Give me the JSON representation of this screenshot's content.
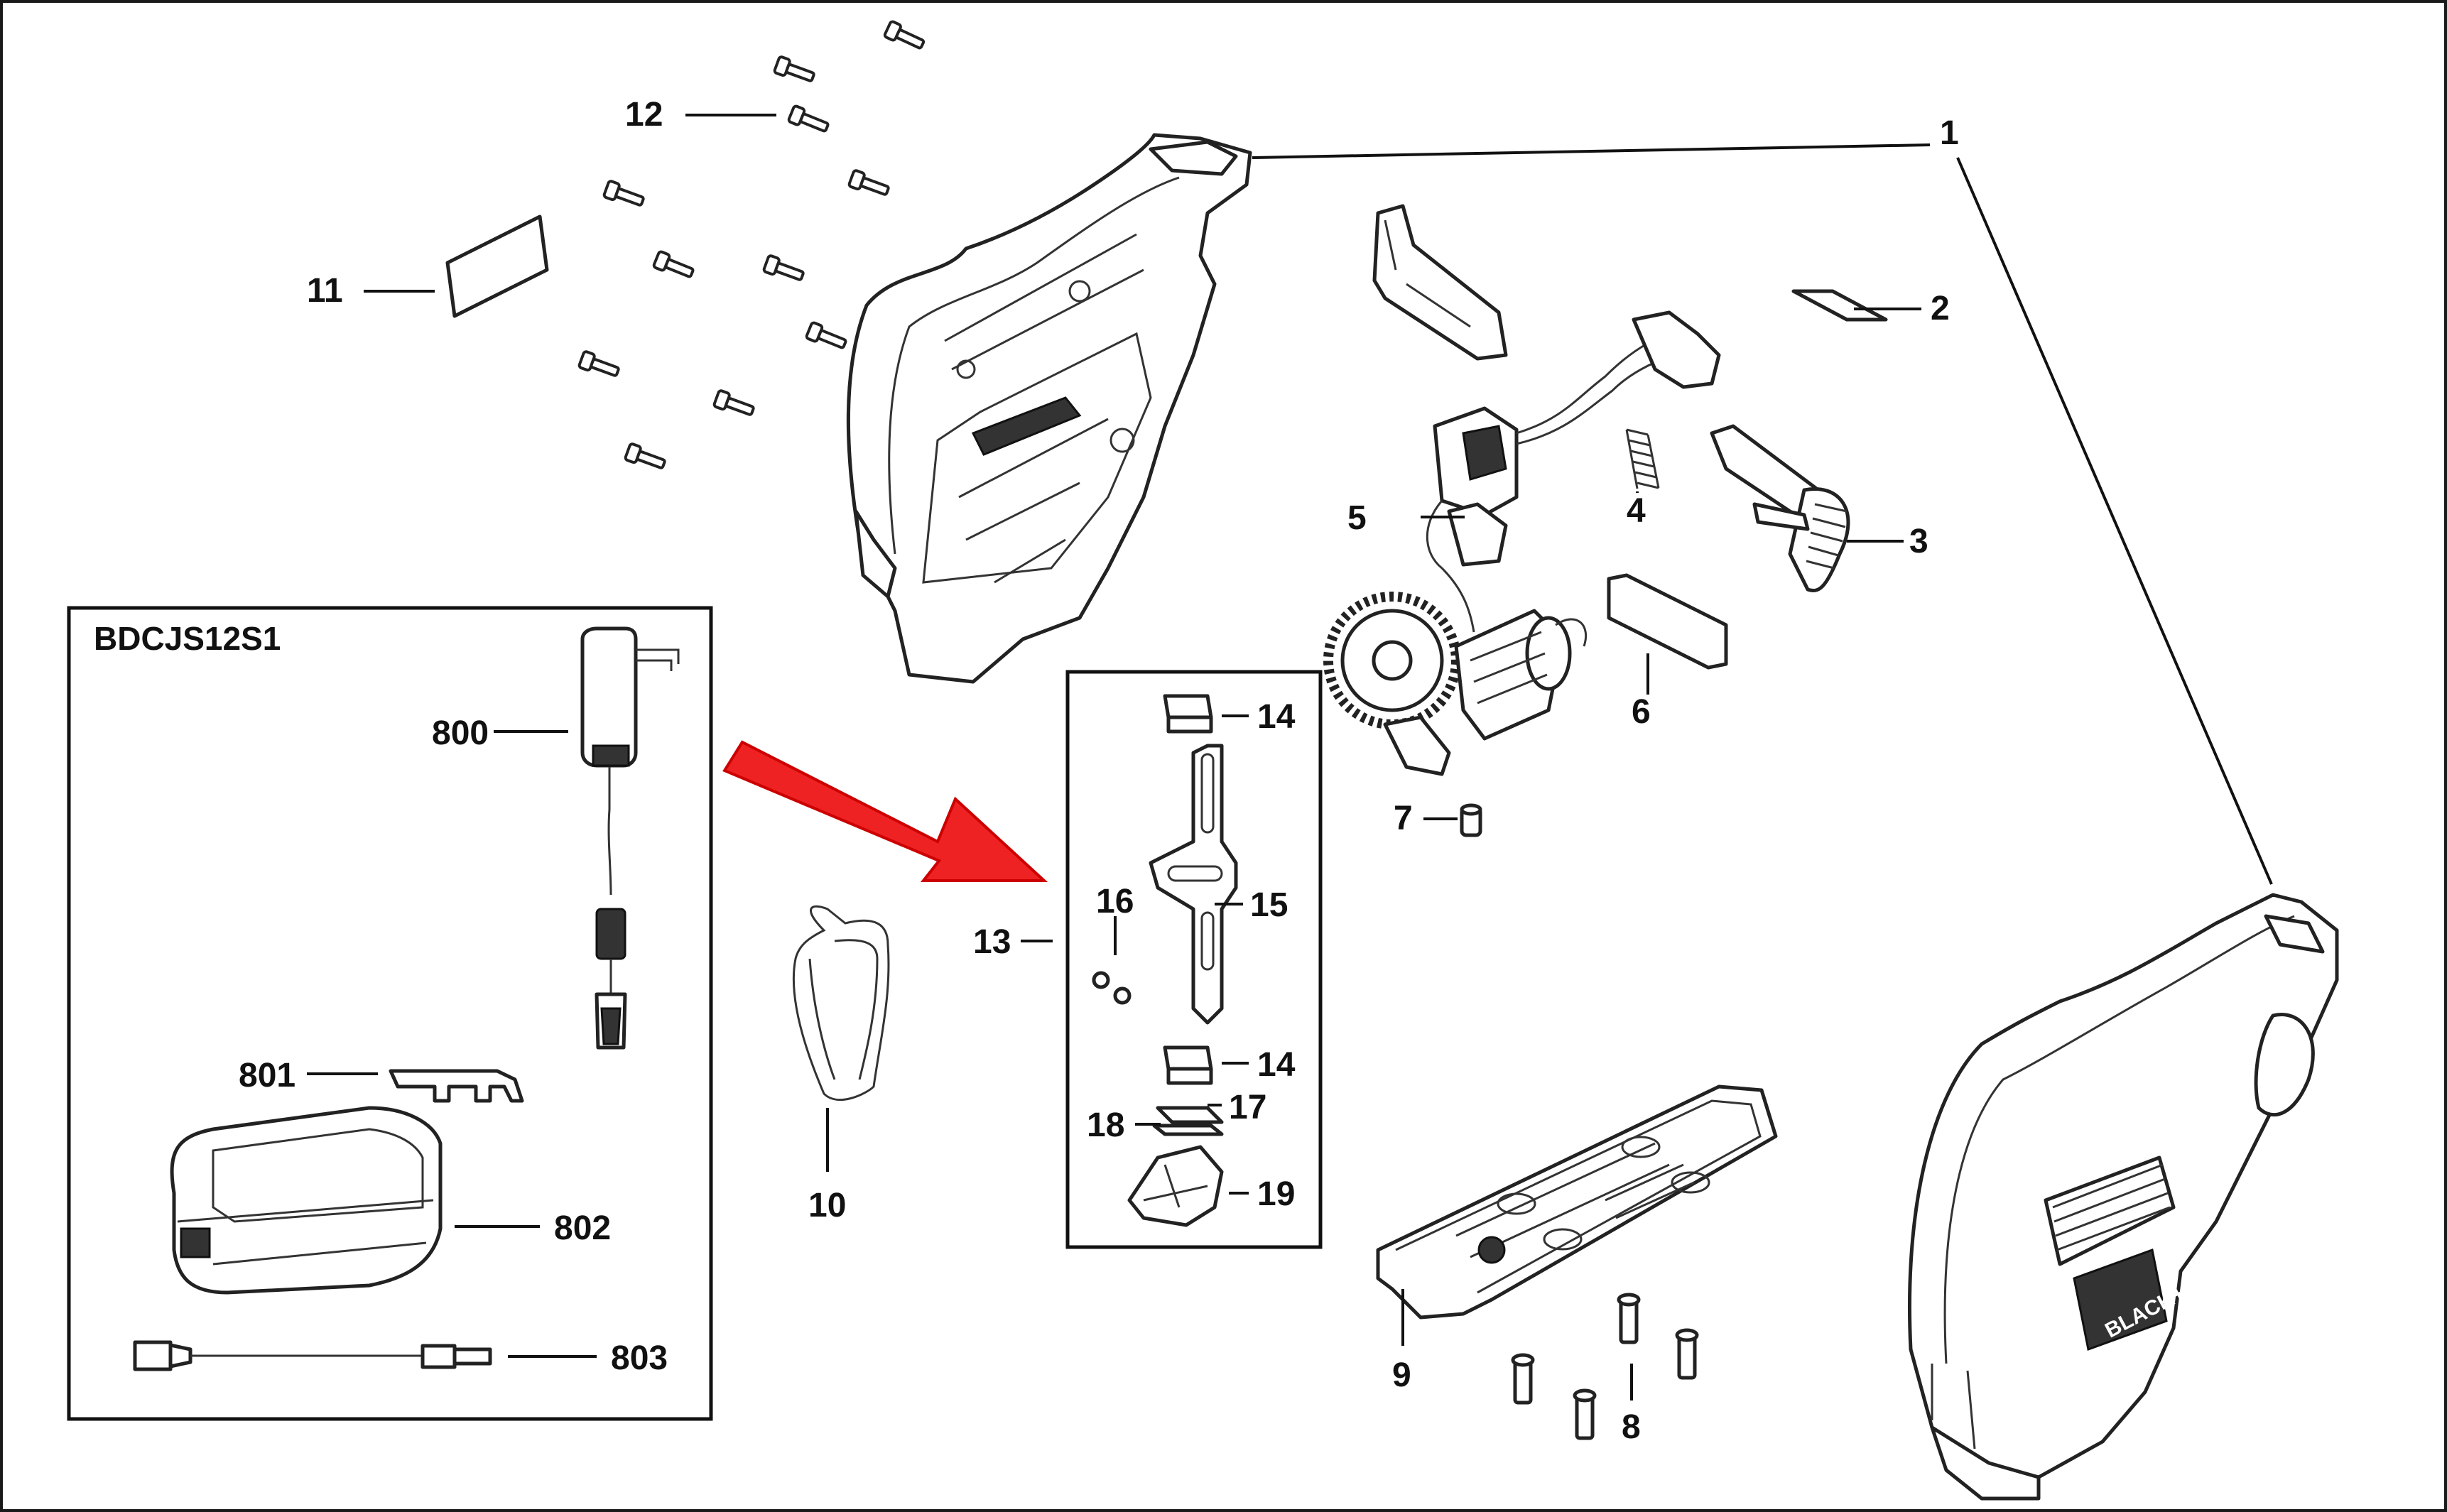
{
  "kit_box": {
    "title": "BDCJS12S1"
  },
  "labels": {
    "p1": "1",
    "p2": "2",
    "p3": "3",
    "p4": "4",
    "p5": "5",
    "p6": "6",
    "p7": "7",
    "p8": "8",
    "p9": "9",
    "p10": "10",
    "p11": "11",
    "p12": "12",
    "p13": "13",
    "p14a": "14",
    "p14b": "14",
    "p15": "15",
    "p16": "16",
    "p17": "17",
    "p18": "18",
    "p19": "19",
    "p800": "800",
    "p801": "801",
    "p802": "802",
    "p803": "803"
  },
  "brand_logo_text": "BLACK+DECKER",
  "colors": {
    "arrow": "#ee2222",
    "line": "#111111",
    "background": "#ffffff"
  }
}
